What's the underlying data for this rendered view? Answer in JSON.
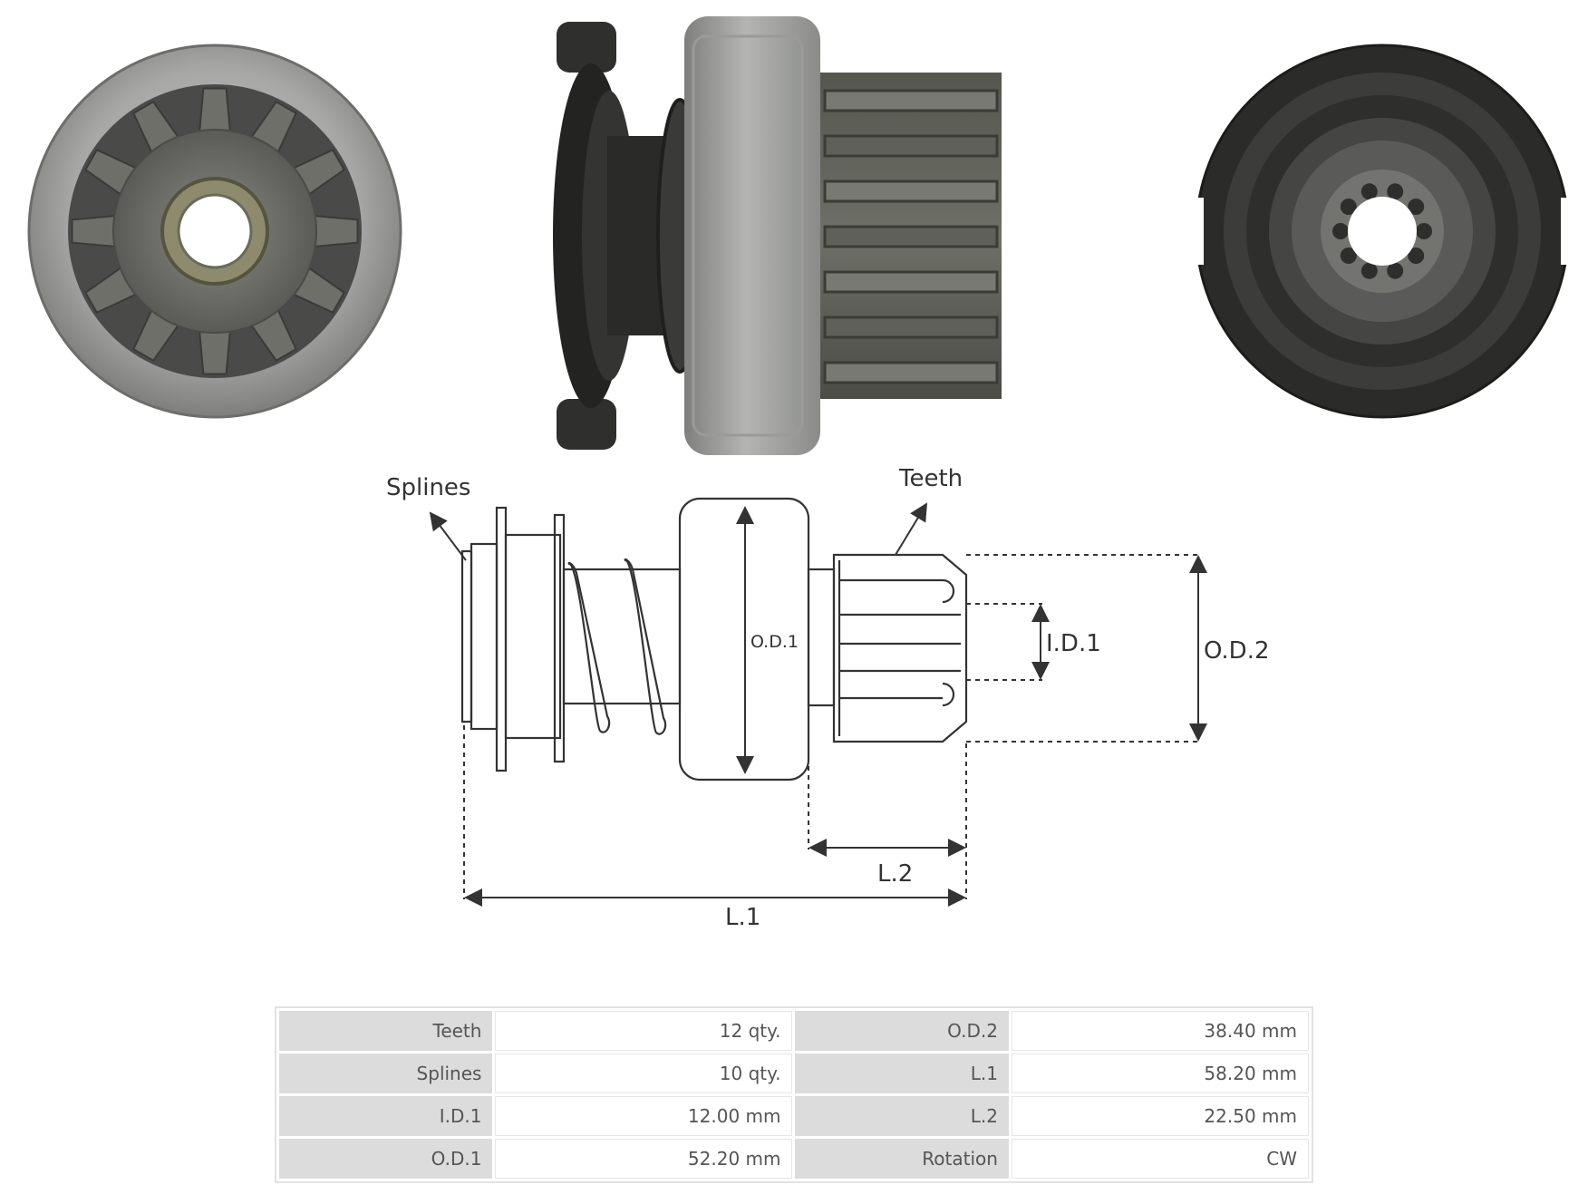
{
  "diagram": {
    "labels": {
      "splines": "Splines",
      "teeth": "Teeth",
      "od1": "O.D.1",
      "id1": "I.D.1",
      "od2": "O.D.2",
      "l2": "L.2",
      "l1": "L.1"
    }
  },
  "specs": {
    "rows": [
      {
        "k1": "Teeth",
        "v1": "12 qty.",
        "k2": "O.D.2",
        "v2": "38.40 mm"
      },
      {
        "k1": "Splines",
        "v1": "10 qty.",
        "k2": "L.1",
        "v2": "58.20 mm"
      },
      {
        "k1": "I.D.1",
        "v1": "12.00 mm",
        "k2": "L.2",
        "v2": "22.50 mm"
      },
      {
        "k1": "O.D.1",
        "v1": "52.20 mm",
        "k2": "Rotation",
        "v2": "CW"
      }
    ]
  },
  "colors": {
    "steel": "#9a9b98",
    "dark_metal": "#3b3c3a",
    "gear": "#6f706a",
    "line": "#333333"
  }
}
